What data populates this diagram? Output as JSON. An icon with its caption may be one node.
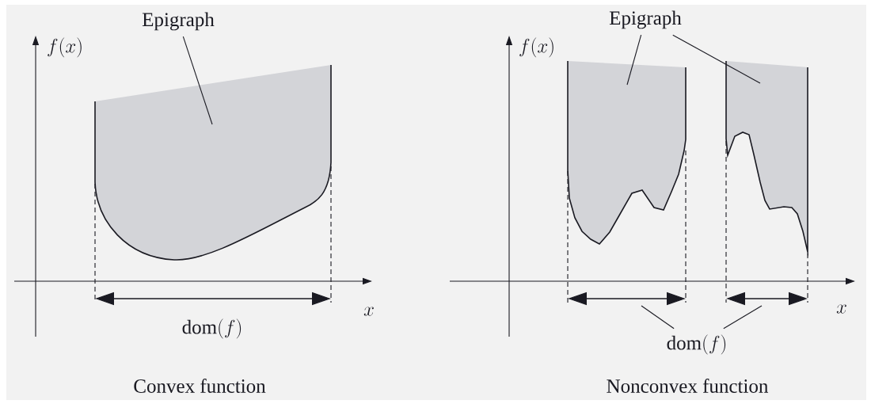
{
  "diagram": {
    "nodes": [
      {
        "text": [
          "Epigraph"
        ]
      },
      {
        "text": [
          "Epigraph"
        ]
      },
      {
        "text": [
          "\\mathrm{dom}(f)"
        ]
      }
    ],
    "edges": [
      {
        "from": 0,
        "to": null,
        "arrow": "none"
      },
      {
        "from": 1,
        "to": null,
        "arrow": "none"
      },
      {
        "from": 1,
        "to": null,
        "arrow": "none"
      },
      {
        "from": 2,
        "to": null,
        "arrow": "none"
      },
      {
        "from": 2,
        "to": null,
        "arrow": "none"
      }
    ],
    "labels": [
      "f(x)",
      "x",
      "\\mathrm{dom}(f)",
      "Convex function",
      "f(x)",
      "x",
      "Nonconvex function"
    ]
  }
}
